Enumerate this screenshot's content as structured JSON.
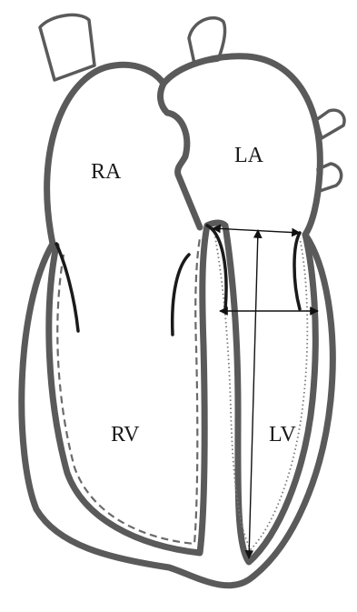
{
  "labels": {
    "ra": "RA",
    "la": "LA",
    "rv": "RV",
    "lv": "LV"
  },
  "colors": {
    "wall": "#5a5a5a",
    "leaflet": "#1a1a1a",
    "background": "#ffffff"
  }
}
